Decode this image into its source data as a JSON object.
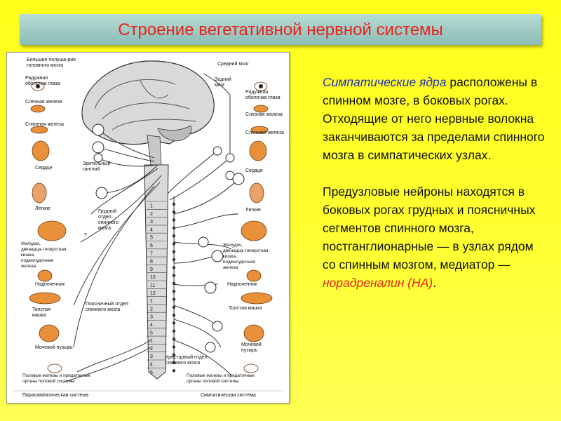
{
  "slide": {
    "title": "Строение вегетативной нервной системы"
  },
  "text": {
    "p1_highlight": "Симпатические ядра",
    "p1_rest": " расположены в спинном мозге, в боковых рогах. Отходящие от него нервные волокна заканчиваются за пределами спинного мозга в симпатических узлах.",
    "p2_text": "Предузловые нейроны находятся в боковых рогах грудных и поясничных сегментов спинного мозга, постганглионарные — в узлах рядом со спинным мозгом, медиатор — ",
    "p2_highlight": "норадреналин (НА)",
    "p2_end": "."
  },
  "diagram": {
    "left": {
      "brain": "Большие полуша-рия головного мозга",
      "iris": "Радужная оболочка глаза",
      "lacrimal": "Слезная железа",
      "salivary": "Слюнная железа",
      "heart": "Сердце",
      "ganglion": "Зрительный ганглий",
      "lungs": "Легкие",
      "thoracic": "Грудной отдел спинного мозга",
      "stomach": "Желудок, двенадца-типерстная кишка, поджелудочная железа",
      "question": "?",
      "adrenal": "Надпочечник",
      "colon": "Толстая кишка",
      "lumbar": "Поясничный отдел спинного мозга",
      "bladder": "Мочевой пузырь",
      "sacral": "Крестцовый отдел спинного мозга",
      "genitals": "Половые железы и придаточные органы половой системы",
      "system": "Парасимпатическая система"
    },
    "right": {
      "midbrain": "Средний мозг",
      "hindbrain": "Задний мозг",
      "iris": "Радужная оболочка глаза",
      "lacrimal": "Слезная железа",
      "salivary": "Слюнная железа",
      "heart": "Сердце",
      "lungs": "Легкие",
      "stomach": "Желудок, двенадца-типерстная кишка, поджелудочная железа",
      "adrenal": "Надпочечник",
      "colon": "Толстая кишка",
      "bladder": "Мочевой пузырь",
      "genitals": "Половые железы и придаточные органы половой системы",
      "system": "Симпатическая система"
    },
    "segments": [
      "1",
      "2",
      "3",
      "4",
      "5",
      "6",
      "7",
      "8",
      "9",
      "10",
      "11",
      "12",
      "1",
      "2",
      "3",
      "4",
      "5",
      "1",
      "2",
      "3",
      "4",
      "5"
    ]
  },
  "colors": {
    "title_red": "#e8231a",
    "highlight_blue": "#1a2bb8",
    "organ_orange": "#e8903a"
  }
}
